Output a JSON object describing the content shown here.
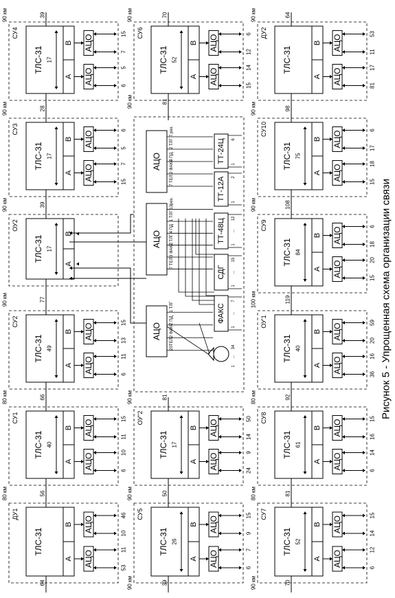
{
  "caption": "Рисунок 5 - Упрощенная схема организации связи",
  "km_labels": [
    "80 км",
    "90 км",
    "100 км"
  ],
  "top_rows": {
    "left": [
      [
        "39",
        "90 км"
      ],
      [
        "28",
        "90 км"
      ],
      [
        "39",
        "90 км"
      ],
      [
        "77",
        "90 км"
      ],
      [
        "66",
        "80 км"
      ],
      [
        "56",
        "80 км"
      ],
      [
        "64",
        ""
      ]
    ],
    "mid": [
      [
        "70",
        "90 км"
      ],
      [
        "81",
        "90 км"
      ],
      [
        "81",
        "90 км"
      ],
      [
        "50",
        "90 км"
      ],
      [
        "39",
        "90 км"
      ]
    ],
    "right": [
      [
        "64",
        "90 км"
      ],
      [
        "98",
        "90 км"
      ],
      [
        "108",
        "90 км"
      ],
      [
        "119",
        "100 км"
      ],
      [
        "92",
        "80 км"
      ],
      [
        "81",
        "80 км"
      ],
      [
        "70",
        "90 км"
      ]
    ]
  },
  "stations": [
    {
      "id": "su4",
      "name": "СУ4",
      "tls": "ТЛС-31",
      "n": "17",
      "A": "А",
      "B": "В",
      "ato": "АЦО",
      "chA": [
        "5",
        "6"
      ],
      "chB": [
        "15",
        "7"
      ]
    },
    {
      "id": "su3",
      "name": "СУ3",
      "tls": "ТЛС-31",
      "n": "17",
      "A": "А",
      "B": "В",
      "ato": "АЦО",
      "chA": [
        "7",
        "15"
      ],
      "chB": [
        "6",
        "5"
      ]
    },
    {
      "id": "ou2",
      "name": "ОУ2",
      "tls": "ТЛС-31",
      "n": "17",
      "A": "А",
      "B": "В"
    },
    {
      "id": "su2",
      "name": "СУ2",
      "tls": "ТЛС-31",
      "n": "49",
      "A": "А",
      "B": "В",
      "ato": "АЦО",
      "chA": [
        "11",
        "6"
      ],
      "chB": [
        "15",
        "13"
      ]
    },
    {
      "id": "su1",
      "name": "СУ1",
      "tls": "ТЛС-31",
      "n": "40",
      "A": "А",
      "B": "В",
      "ato": "АЦО",
      "chA": [
        "10",
        "6"
      ],
      "chB": [
        "15",
        "11"
      ]
    },
    {
      "id": "du1",
      "name": "ДУ1",
      "tls": "ТЛС-31",
      "A": "А",
      "B": "В",
      "ato": "АЦО",
      "chA": [
        "11",
        "53"
      ],
      "chB": [
        "46",
        "10"
      ]
    },
    {
      "id": "su6",
      "name": "СУ6",
      "tls": "ТЛС-31",
      "n": "52",
      "A": "А",
      "B": "В",
      "ato": "АЦО",
      "chA": [
        "14",
        "15"
      ],
      "chB": [
        "6",
        "12"
      ]
    },
    {
      "id": "ou2b",
      "name": "ОУ\"2",
      "tls": "ТЛС-31",
      "n": "17",
      "A": "А",
      "B": "В",
      "ato": "АЦО",
      "chA": [
        "9",
        "24"
      ],
      "chB": [
        "50",
        "14"
      ]
    },
    {
      "id": "su5",
      "name": "СУ5",
      "tls": "ТЛС-31",
      "n": "26",
      "A": "А",
      "B": "В",
      "ato": "АЦО",
      "chA": [
        "7",
        "6"
      ],
      "chB": [
        "15",
        "9"
      ]
    },
    {
      "id": "du2",
      "name": "ДУ2",
      "tls": "ТЛС-31",
      "A": "А",
      "B": "В",
      "ato": "АЦО",
      "chA": [
        "17",
        "81"
      ],
      "chB": [
        "53",
        "11"
      ]
    },
    {
      "id": "su10",
      "name": "СУ10",
      "tls": "ТЛС-31",
      "n": "75",
      "A": "А",
      "B": "В",
      "ato": "АЦО",
      "chA": [
        "18",
        "15"
      ],
      "chB": [
        "6",
        "17"
      ]
    },
    {
      "id": "su9",
      "name": "СУ9",
      "tls": "ТЛС-31",
      "n": "84",
      "A": "А",
      "B": "В",
      "ato": "АЦО",
      "chA": [
        "20",
        "15"
      ],
      "chB": [
        "6",
        "18"
      ]
    },
    {
      "id": "ou1",
      "name": "ОУ'1",
      "tls": "ТЛС-31",
      "n": "40",
      "A": "А",
      "B": "В",
      "ato": "АЦО",
      "chA": [
        "16",
        "36"
      ],
      "chB": [
        "59",
        "20"
      ]
    },
    {
      "id": "su8",
      "name": "СУ8",
      "tls": "ТЛС-31",
      "n": "61",
      "A": "А",
      "B": "В",
      "ato": "АЦО",
      "chA": [
        "14",
        "6"
      ],
      "chB": [
        "15",
        "16"
      ]
    },
    {
      "id": "su7",
      "name": "СУ7",
      "tls": "ТЛС-31",
      "n": "52",
      "A": "А",
      "B": "В",
      "ato": "АЦО",
      "chA": [
        "12",
        "6"
      ],
      "chB": [
        "15",
        "14"
      ]
    }
  ],
  "center": {
    "ato": "АЦО",
    "ato1_lines": [
      "7 рез.",
      "2 ТЛГ",
      "4 ПД",
      "2 ФАКС",
      "7 ТЕЛ"
    ],
    "ato2_lines": [
      "13рез.",
      "1 ТЛГ",
      "4 ПД",
      "2 ТЛГ",
      "3 ФАКС",
      "7 ТЕЛ"
    ],
    "ato3_lines": [
      "1 ТЛГ",
      "7 ПД",
      "2 ФАКС",
      "20ТЕЛ"
    ],
    "equipment": [
      {
        "id": "tt24",
        "label": "ТТ-24Ц",
        "first": "1",
        "last": "6"
      },
      {
        "id": "tt12",
        "label": "ТТ-12А",
        "first": "1",
        "last": "2"
      },
      {
        "id": "tt48",
        "label": "ТТ-48Ц",
        "first": "1",
        "last": "12"
      },
      {
        "id": "sdg",
        "label": "СДГ",
        "first": "1",
        "last": "15"
      },
      {
        "id": "fax",
        "label": "ФАКС",
        "first": "1",
        "last": "7"
      },
      {
        "id": "phone",
        "label": "",
        "first": "1",
        "last": "34"
      }
    ],
    "dots": "..."
  }
}
